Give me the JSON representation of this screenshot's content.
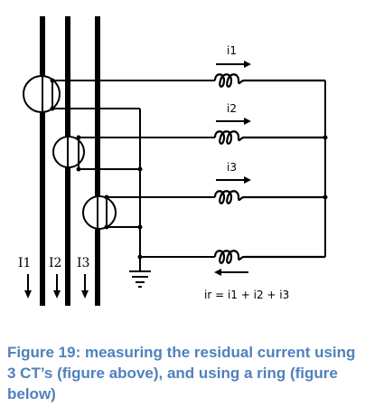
{
  "diagram": {
    "phase_labels": [
      "I1",
      "I2",
      "I3"
    ],
    "current_labels": [
      "i1",
      "i2",
      "i3"
    ],
    "residual_equation": "ir = i1 + i2 + i3",
    "icons": [
      "ground-icon",
      "current-arrow-icon",
      "coil-icon",
      "current-transformer-icon"
    ]
  },
  "caption": {
    "text": "Figure 19: measuring the residual current using 3 CT’s (figure above), and using a ring (figure below)",
    "color": "#4f81bd"
  }
}
